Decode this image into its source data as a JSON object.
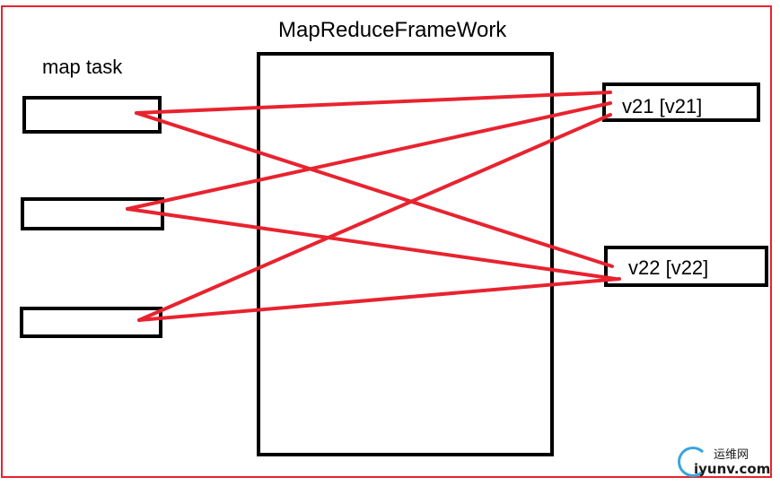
{
  "diagram": {
    "title": "MapReduceFrameWork",
    "map_label": "map task",
    "outputs": [
      {
        "label": "v21  [v21]"
      },
      {
        "label": "v22  [v22]"
      }
    ],
    "line_color": "#e8232f",
    "border_color": "#e8232f"
  },
  "watermark": {
    "top_text": "运维网",
    "bottom_text": "iyunv.com"
  }
}
